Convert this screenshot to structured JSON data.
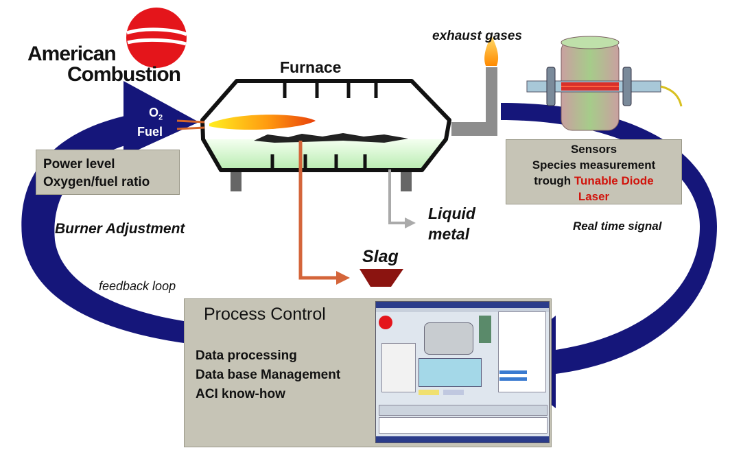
{
  "logo": {
    "line1": "American",
    "line2": "Combustion",
    "accent_color": "#e4151b"
  },
  "furnace": {
    "label": "Furnace"
  },
  "inputs": {
    "oxygen": "O",
    "oxygen_sub": "2",
    "fuel": "Fuel"
  },
  "exhaust": {
    "label": "exhaust gases"
  },
  "burner_box": {
    "line1": "Power level",
    "line2": "Oxygen/fuel ratio"
  },
  "sensors_box": {
    "line1": "Sensors",
    "line2": "Species measurement",
    "line3_prefix": "trough ",
    "line3_highlight": "Tunable Diode",
    "line4_highlight": "Laser"
  },
  "labels": {
    "burner_adjustment": "Burner Adjustment",
    "real_time_signal": "Real time signal",
    "feedback_loop": "feedback loop",
    "liquid_metal_1": "Liquid",
    "liquid_metal_2": "metal",
    "slag": "Slag"
  },
  "process_box": {
    "title": "Process Control",
    "items": [
      "Data processing",
      "Data base Management",
      "ACI know-how"
    ]
  },
  "colors": {
    "loop_arrow": "#15167a",
    "box_fill": "#c6c4b6",
    "slag_arrow": "#d4653a",
    "metal_arrow": "#aaaaaa",
    "slag_pile": "#8b1410",
    "highlight_text": "#d1140c"
  }
}
